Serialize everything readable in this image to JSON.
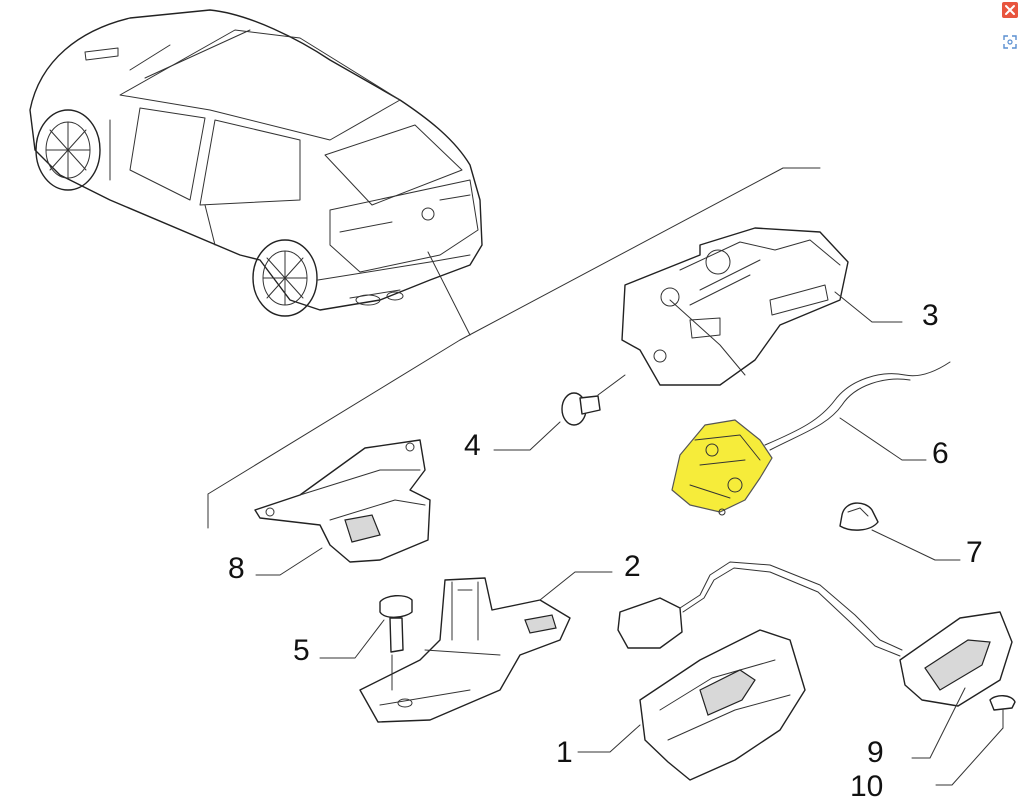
{
  "callouts": [
    "1",
    "2",
    "3",
    "4",
    "5",
    "6",
    "7",
    "8",
    "9",
    "10"
  ],
  "colors": {
    "highlight": "#f6ec3a",
    "line": "#222222",
    "close_button": "#e8553e"
  },
  "icons": {
    "close": "close-icon",
    "fit_view": "fit-view-icon"
  }
}
